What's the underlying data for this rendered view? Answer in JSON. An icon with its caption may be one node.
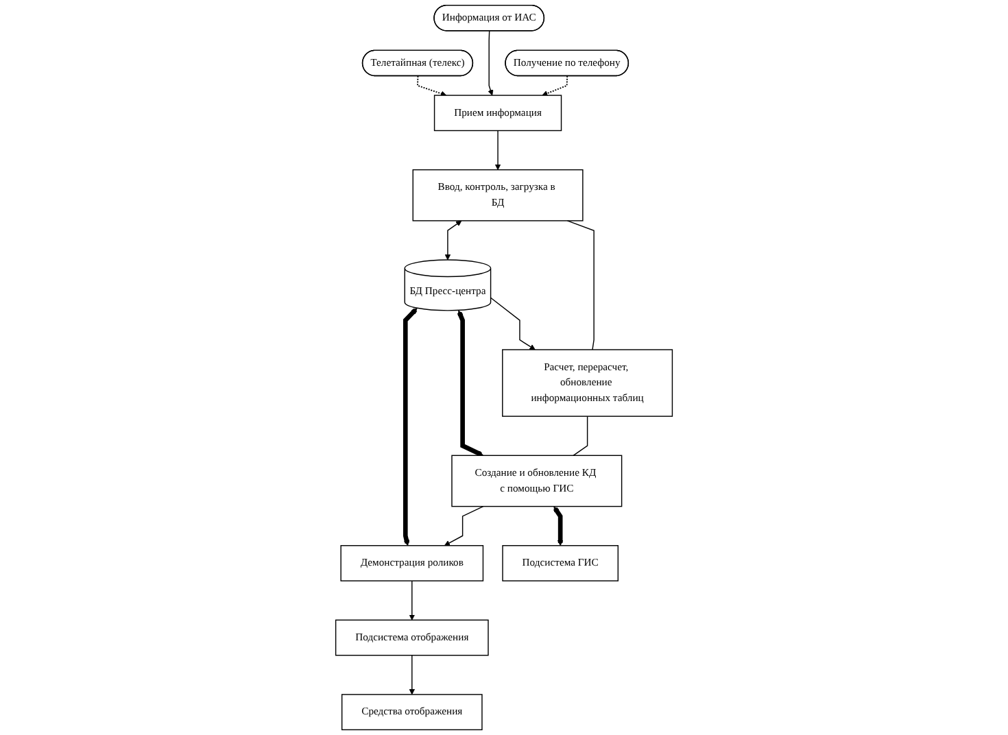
{
  "diagram": {
    "nodes": [
      {
        "text": [
          "Получение по телефону"
        ]
      },
      {
        "text": [
          "Информация от ИАС"
        ]
      },
      {
        "text": [
          "Телетайпная (телекс)"
        ]
      },
      {
        "text": [
          "Прием информация"
        ]
      },
      {
        "text": [
          "Ввод, контроль, загрузка в БД"
        ]
      },
      {
        "text": [
          "БД Пресс-центра"
        ]
      },
      {
        "text": [
          "Расчет, перерасчет, обновление информационных таблиц"
        ]
      },
      {
        "text": [
          "Создание и обновление КД с помощью ГИС"
        ]
      },
      {
        "text": [
          "Демонстрация роликов"
        ]
      },
      {
        "text": [
          "Подсистема ГИС"
        ]
      },
      {
        "text": [
          "Подсистема отображения"
        ]
      },
      {
        "text": [
          "Средства отображения"
        ]
      }
    ],
    "edges": [
      {
        "from": 0,
        "to": 3,
        "arrow": "to",
        "style": "dashed"
      },
      {
        "from": 1,
        "to": 3,
        "arrow": "to"
      },
      {
        "from": 2,
        "to": 3,
        "arrow": "to",
        "style": "dashed"
      },
      {
        "from": 3,
        "to": 4,
        "arrow": "to"
      },
      {
        "from": 4,
        "to": 5,
        "arrow": "both"
      },
      {
        "from": 4,
        "to": 6,
        "arrow": "none"
      },
      {
        "from": 5,
        "to": 6,
        "arrow": "to"
      },
      {
        "from": 6,
        "to": 7,
        "arrow": "none"
      },
      {
        "from": 5,
        "to": 7,
        "arrow": "both",
        "style": "thick"
      },
      {
        "from": 7,
        "to": 9,
        "arrow": "both",
        "style": "thick"
      },
      {
        "from": 7,
        "to": 8,
        "arrow": "to"
      },
      {
        "from": 5,
        "to": 8,
        "arrow": "both",
        "style": "thick"
      },
      {
        "from": 8,
        "to": 10,
        "arrow": "to"
      },
      {
        "from": 10,
        "to": 11,
        "arrow": "to"
      }
    ]
  }
}
